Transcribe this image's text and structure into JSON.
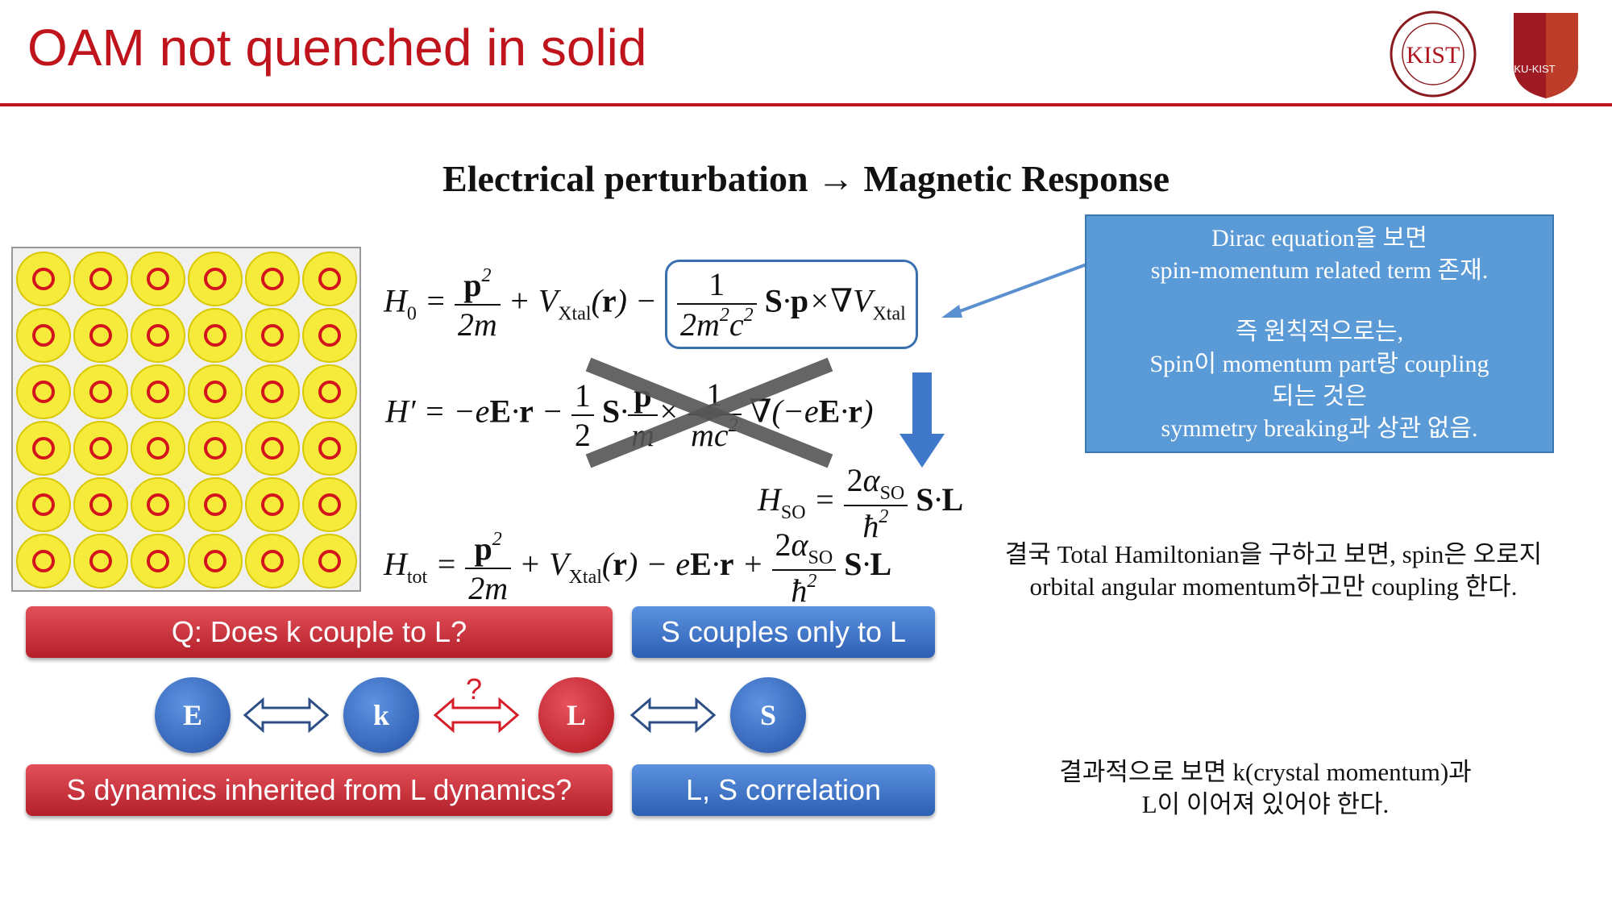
{
  "header": {
    "title": "OAM not quenched in solid",
    "logo_kist": "KIST",
    "logo_ku": "KU-KIST"
  },
  "subtitle": "Electrical perturbation → Magnetic Response",
  "equations": {
    "h0": "H0 = p²/2m + V_Xtal(r) − 1/(2m²c²) S·p×∇V_Xtal",
    "hprime": "H′ = −eE·r − 1/2 S·p/m × 1/mc² ∇(−eE·r)",
    "hso": "H_SO = 2α_SO/ħ² S·L",
    "htot": "H_tot = p²/2m + V_Xtal(r) − eE·r + 2α_SO/ħ² S·L"
  },
  "dirac_box": {
    "lines": [
      "Dirac equation을 보면",
      "spin-momentum related term 존재.",
      "",
      "즉 원칙적으로는,",
      "Spin이 momentum part랑 coupling",
      "되는 것은",
      " symmetry breaking과 상관 없음."
    ]
  },
  "note_total": {
    "line1": "결국 Total Hamiltonian을 구하고 보면, spin은 오로지",
    "line2": "orbital angular momentum하고만 coupling 한다."
  },
  "note_result": {
    "line1": "결과적으로 보면 k(crystal momentum)과",
    "line2": "L이 이어져 있어야 한다."
  },
  "banners": {
    "q_label": "Q: Does k couple to L?",
    "s_couples": "S couples only to L",
    "s_dynamics": "S dynamics inherited from L dynamics?",
    "ls_corr": "L, S correlation"
  },
  "chain": {
    "e": "E",
    "k": "k",
    "l": "L",
    "s": "S",
    "question": "?"
  },
  "colors": {
    "title_red": "#c0141c",
    "banner_red": "#c8323c",
    "banner_blue": "#3d74c8",
    "box_blue": "#5a9ad6",
    "lattice_yellow": "#f6ea3a"
  }
}
